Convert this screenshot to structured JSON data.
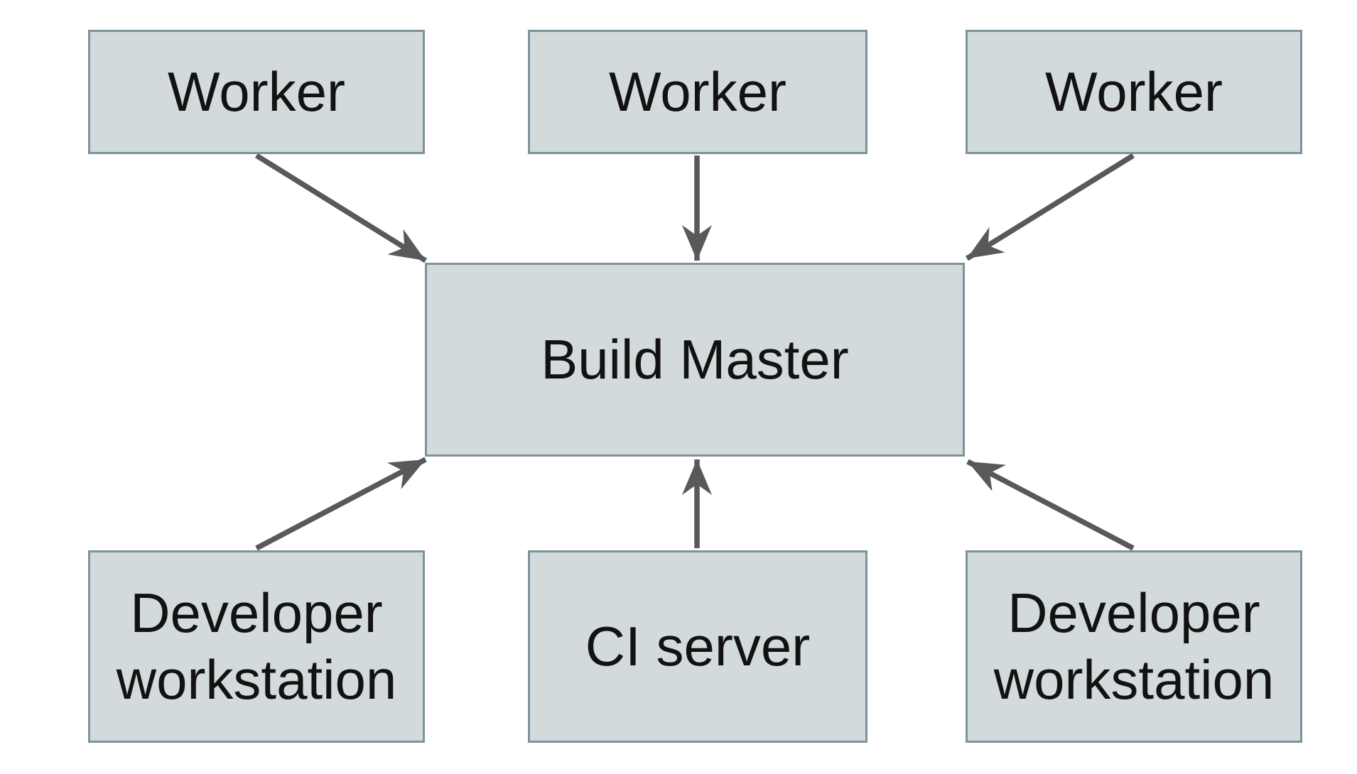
{
  "diagram": {
    "type": "architecture-diagram",
    "colors": {
      "background": "#ffffff",
      "box-fill": "#d3dadc",
      "box-border": "#7e929c",
      "arrow": "#595959",
      "text": "#121212"
    },
    "nodes": [
      {
        "id": "worker-1",
        "label": "Worker"
      },
      {
        "id": "worker-2",
        "label": "Worker"
      },
      {
        "id": "worker-3",
        "label": "Worker"
      },
      {
        "id": "build-master",
        "label": "Build Master"
      },
      {
        "id": "developer-workstation-1",
        "label": "Developer workstation"
      },
      {
        "id": "ci-server",
        "label": "CI server"
      },
      {
        "id": "developer-workstation-2",
        "label": "Developer workstation"
      }
    ],
    "edges": [
      {
        "from": "worker-1",
        "to": "build-master"
      },
      {
        "from": "worker-2",
        "to": "build-master"
      },
      {
        "from": "worker-3",
        "to": "build-master"
      },
      {
        "from": "developer-workstation-1",
        "to": "build-master"
      },
      {
        "from": "ci-server",
        "to": "build-master"
      },
      {
        "from": "developer-workstation-2",
        "to": "build-master"
      }
    ]
  }
}
